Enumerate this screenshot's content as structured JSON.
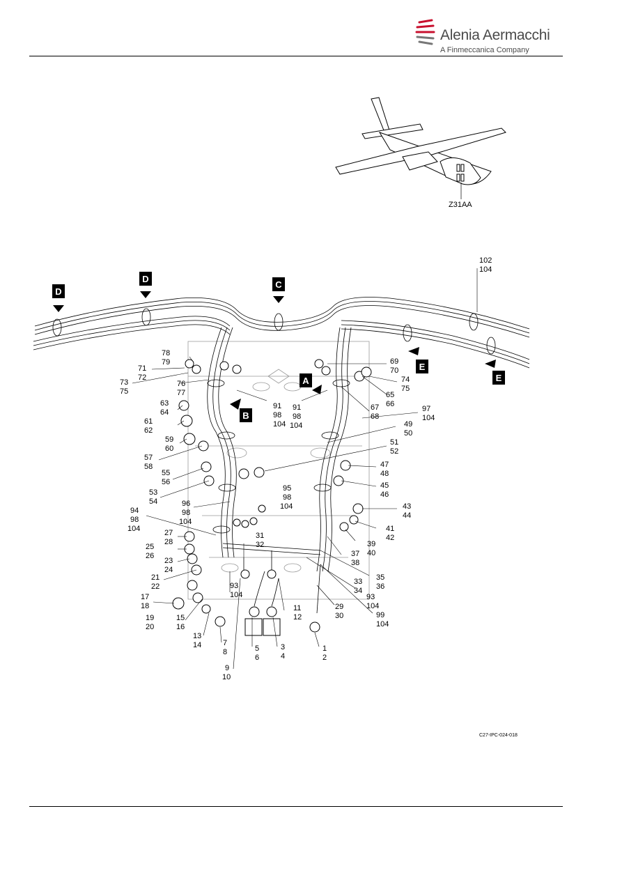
{
  "header": {
    "company_name": "Alenia Aermacchi",
    "company_sub": "A Finmeccanica Company"
  },
  "figure": {
    "zone_label": "Z31AA",
    "figure_ref": "C27-IPC-024-018",
    "view_markers": [
      "D",
      "D",
      "C",
      "A",
      "B",
      "E",
      "E"
    ],
    "callouts": [
      [
        "102",
        "104"
      ],
      [
        "78",
        "79"
      ],
      [
        "71",
        "72"
      ],
      [
        "73",
        "75"
      ],
      [
        "76",
        "77"
      ],
      [
        "69",
        "70"
      ],
      [
        "74",
        "75"
      ],
      [
        "65",
        "66"
      ],
      [
        "67",
        "68"
      ],
      [
        "63",
        "64"
      ],
      [
        "91",
        "98",
        "104"
      ],
      [
        "91",
        "98",
        "104"
      ],
      [
        "97",
        "104"
      ],
      [
        "61",
        "62"
      ],
      [
        "49",
        "50"
      ],
      [
        "59",
        "60"
      ],
      [
        "51",
        "52"
      ],
      [
        "57",
        "58"
      ],
      [
        "47",
        "48"
      ],
      [
        "55",
        "56"
      ],
      [
        "45",
        "46"
      ],
      [
        "53",
        "54"
      ],
      [
        "95",
        "98",
        "104"
      ],
      [
        "96",
        "98",
        "104"
      ],
      [
        "43",
        "44"
      ],
      [
        "94",
        "98",
        "104"
      ],
      [
        "41",
        "42"
      ],
      [
        "27",
        "28"
      ],
      [
        "31",
        "32"
      ],
      [
        "39",
        "40"
      ],
      [
        "25",
        "26"
      ],
      [
        "37",
        "38"
      ],
      [
        "23",
        "24"
      ],
      [
        "21",
        "22"
      ],
      [
        "35",
        "36"
      ],
      [
        "33",
        "34"
      ],
      [
        "93",
        "104"
      ],
      [
        "93",
        "104"
      ],
      [
        "17",
        "18"
      ],
      [
        "29",
        "30"
      ],
      [
        "11",
        "12"
      ],
      [
        "99",
        "104"
      ],
      [
        "19",
        "20"
      ],
      [
        "15",
        "16"
      ],
      [
        "13",
        "14"
      ],
      [
        "7",
        "8"
      ],
      [
        "5",
        "6"
      ],
      [
        "3",
        "4"
      ],
      [
        "1",
        "2"
      ],
      [
        "9",
        "10"
      ]
    ]
  },
  "colors": {
    "ink": "#000000",
    "logo_text": "#4a4a4a",
    "logo_red": "#c8102e"
  }
}
